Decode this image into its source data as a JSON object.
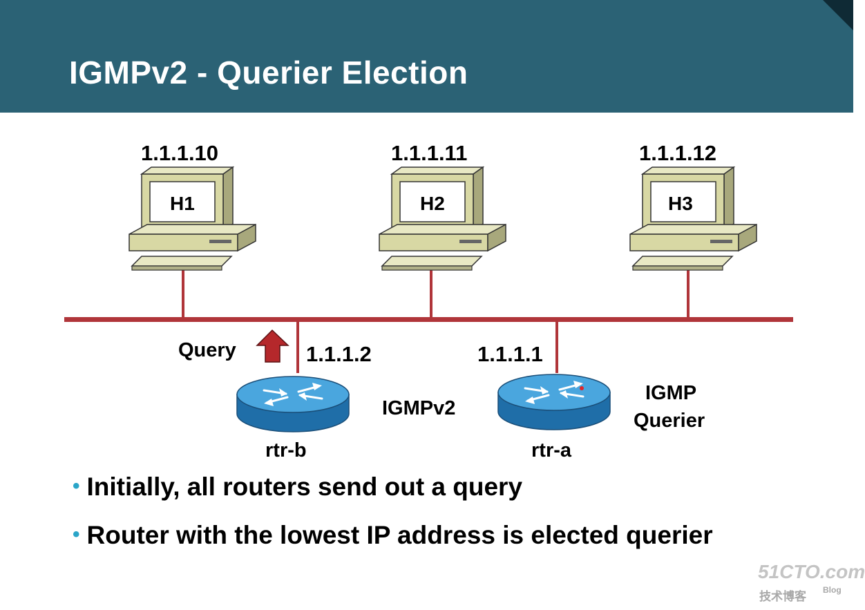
{
  "title": "IGMPv2 - Querier Election",
  "hosts": [
    {
      "name": "H1",
      "ip": "1.1.1.10"
    },
    {
      "name": "H2",
      "ip": "1.1.1.11"
    },
    {
      "name": "H3",
      "ip": "1.1.1.12"
    }
  ],
  "routers": [
    {
      "name": "rtr-b",
      "ip": "1.1.1.2"
    },
    {
      "name": "rtr-a",
      "ip": "1.1.1.1"
    }
  ],
  "labels": {
    "query": "Query",
    "igmp_version": "IGMPv2",
    "querier_line1": "IGMP",
    "querier_line2": "Querier"
  },
  "bullets": [
    "Initially, all routers send out a query",
    "Router with the lowest IP address is elected querier"
  ],
  "watermark": {
    "site": "51CTO.com",
    "subtitle": "技术博客",
    "blog": "Blog"
  },
  "colors": {
    "header": "#2b6275",
    "link": "#b0353a",
    "router": "#2e8bc7",
    "computer": "#d8d8a4",
    "query_arrow": "#b5282b",
    "bullet": "#2aa5c8"
  }
}
